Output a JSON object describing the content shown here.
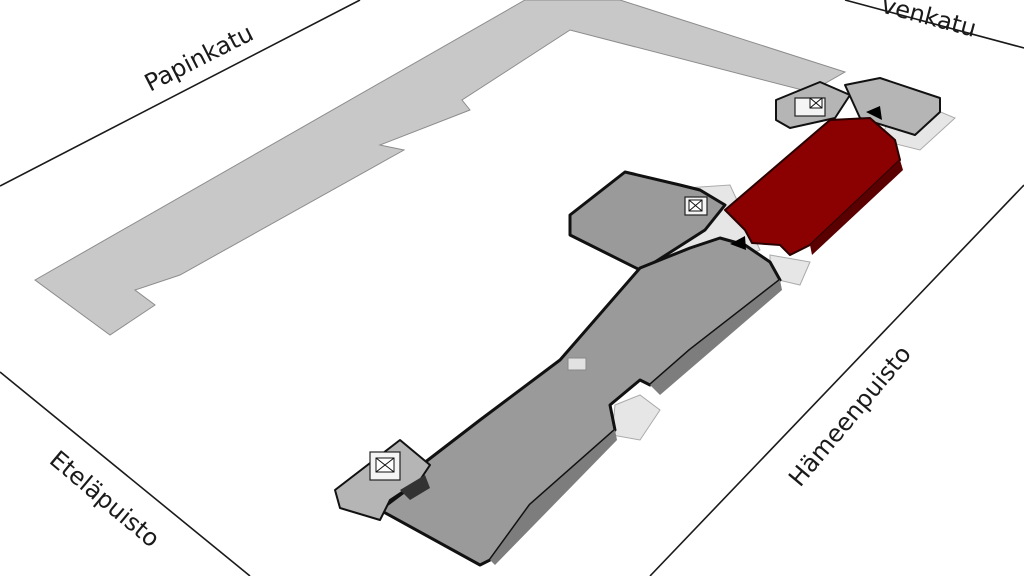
{
  "streets": {
    "north_west": "Papinkatu",
    "north_east": "venkatu",
    "south_west": "Eteläpuisto",
    "south_east": "Hämeenpuisto"
  },
  "colors": {
    "highlight": "#8b0000",
    "building_dark": "#9a9a9a",
    "building_light": "#c8c8c8",
    "paved": "#e6e6e6"
  },
  "icons": {
    "stairs": "stairs-icon",
    "entrance": "entrance-arrow-icon"
  }
}
